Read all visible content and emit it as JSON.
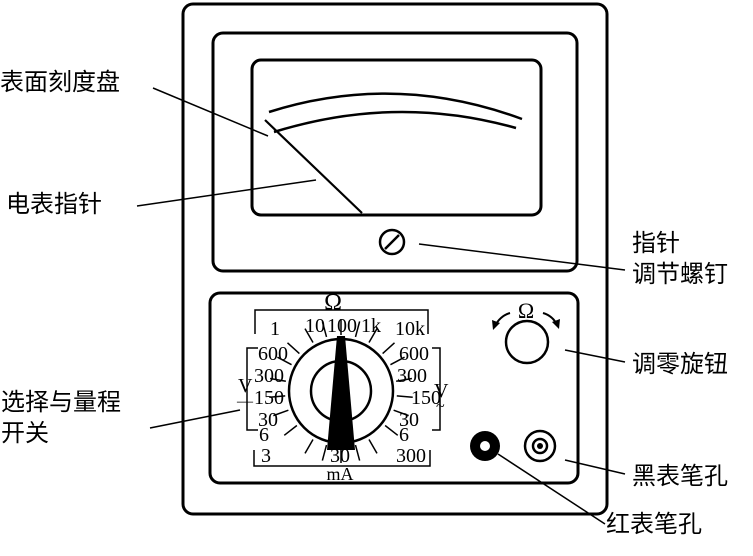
{
  "callouts": {
    "scale_dial": "表面刻度盘",
    "needle": "电表指针",
    "needle_screw_line1": "指针",
    "needle_screw_line2": "调节螺钉",
    "zero_knob": "调零旋钮",
    "selector_line1": "选择与量程",
    "selector_line2": "开关",
    "black_jack": "黑表笔孔",
    "red_jack": "红表笔孔"
  },
  "dial": {
    "ohm_symbol": "Ω",
    "ohm_ranges": [
      "1",
      "10",
      "100",
      "1k",
      "10k"
    ],
    "dcv_left": [
      "600",
      "300",
      "150",
      "30",
      "6"
    ],
    "dcv_symbol": "V",
    "dcv_underline": "—",
    "acv_right": [
      "600",
      "300",
      "150",
      "30",
      "6"
    ],
    "acv_symbol": "V",
    "acv_tilde": "~",
    "ma_ranges": [
      "3",
      "30",
      "300"
    ],
    "ma_unit": "mA"
  },
  "zero_knob_symbol": "Ω"
}
